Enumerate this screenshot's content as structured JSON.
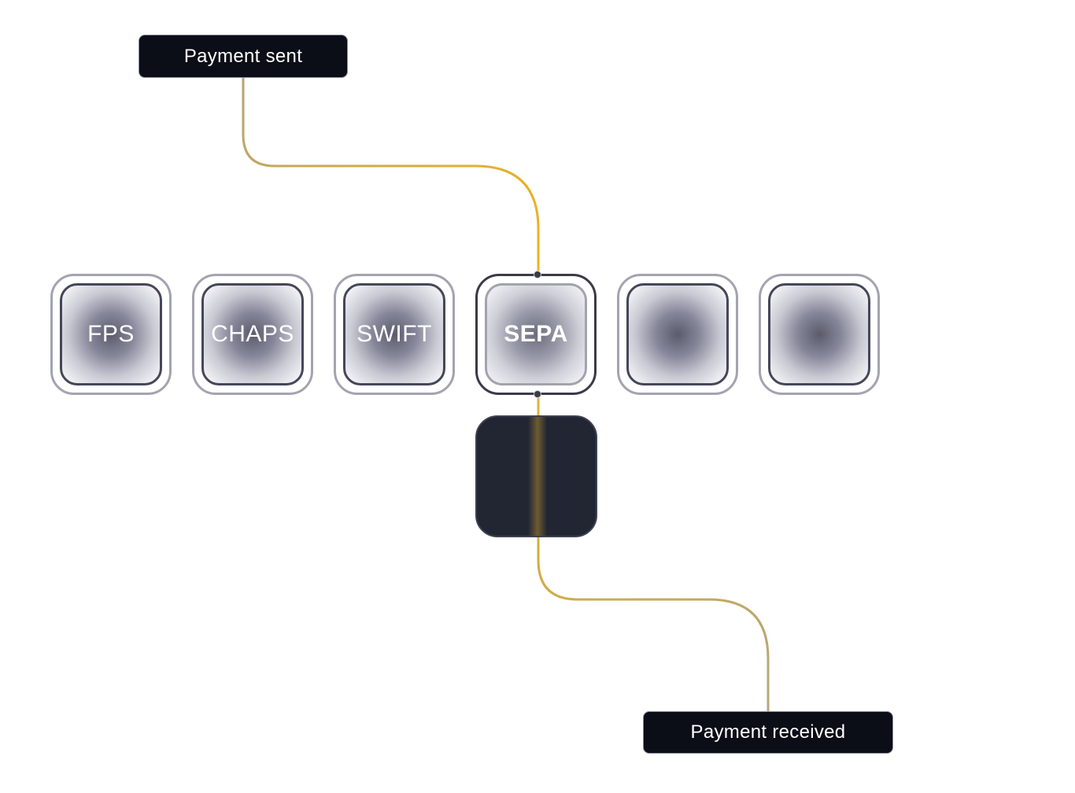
{
  "nodes": {
    "start": "Payment sent",
    "end": "Payment received"
  },
  "rails": [
    {
      "label": "FPS",
      "selected": false
    },
    {
      "label": "CHAPS",
      "selected": false
    },
    {
      "label": "SWIFT",
      "selected": false
    },
    {
      "label": "SEPA",
      "selected": true
    },
    {
      "label": "",
      "selected": false
    },
    {
      "label": "",
      "selected": false
    }
  ],
  "colors": {
    "path_accent": "#e9b22a",
    "path_muted": "#b7a473",
    "node_dark": "#0b0d17",
    "processor": "#222633"
  }
}
